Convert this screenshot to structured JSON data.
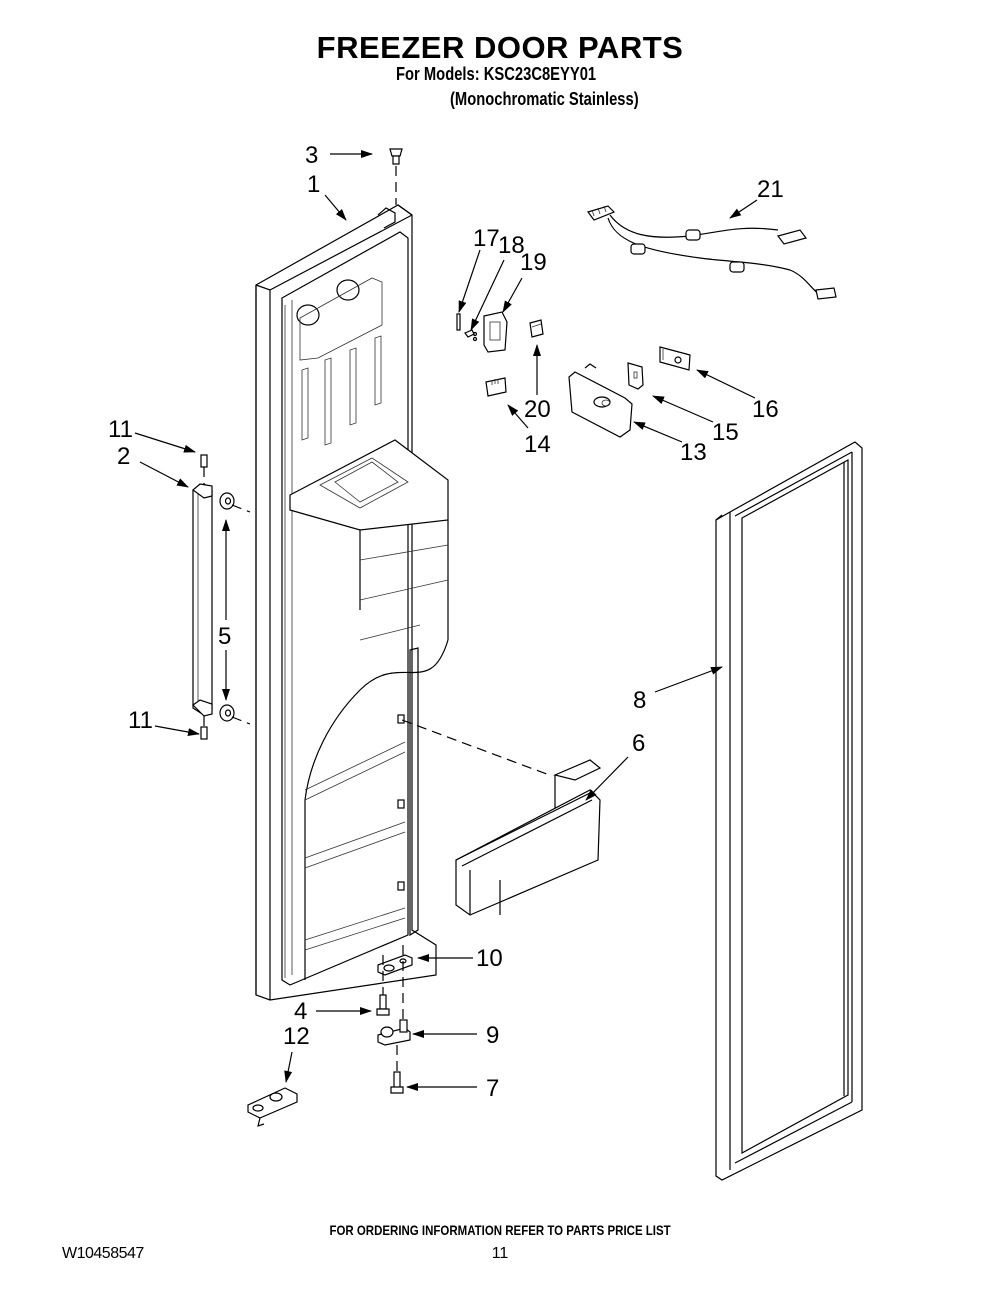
{
  "header": {
    "title": "FREEZER DOOR PARTS",
    "models_line": "For Models: KSC23C8EYY01",
    "variant_line": "(Monochromatic Stainless)"
  },
  "diagram": {
    "callouts": [
      {
        "id": "1",
        "label": "1"
      },
      {
        "id": "2",
        "label": "2"
      },
      {
        "id": "3",
        "label": "3"
      },
      {
        "id": "4",
        "label": "4"
      },
      {
        "id": "5",
        "label": "5"
      },
      {
        "id": "6",
        "label": "6"
      },
      {
        "id": "7",
        "label": "7"
      },
      {
        "id": "8",
        "label": "8"
      },
      {
        "id": "9",
        "label": "9"
      },
      {
        "id": "10",
        "label": "10"
      },
      {
        "id": "11a",
        "label": "11"
      },
      {
        "id": "11b",
        "label": "11"
      },
      {
        "id": "12",
        "label": "12"
      },
      {
        "id": "13",
        "label": "13"
      },
      {
        "id": "14",
        "label": "14"
      },
      {
        "id": "15",
        "label": "15"
      },
      {
        "id": "16",
        "label": "16"
      },
      {
        "id": "17",
        "label": "17"
      },
      {
        "id": "18",
        "label": "18"
      },
      {
        "id": "19",
        "label": "19"
      },
      {
        "id": "20",
        "label": "20"
      },
      {
        "id": "21",
        "label": "21"
      }
    ]
  },
  "footer": {
    "ordering_note": "FOR ORDERING INFORMATION REFER TO PARTS PRICE LIST",
    "document_number": "W10458547",
    "page_number": "11"
  }
}
